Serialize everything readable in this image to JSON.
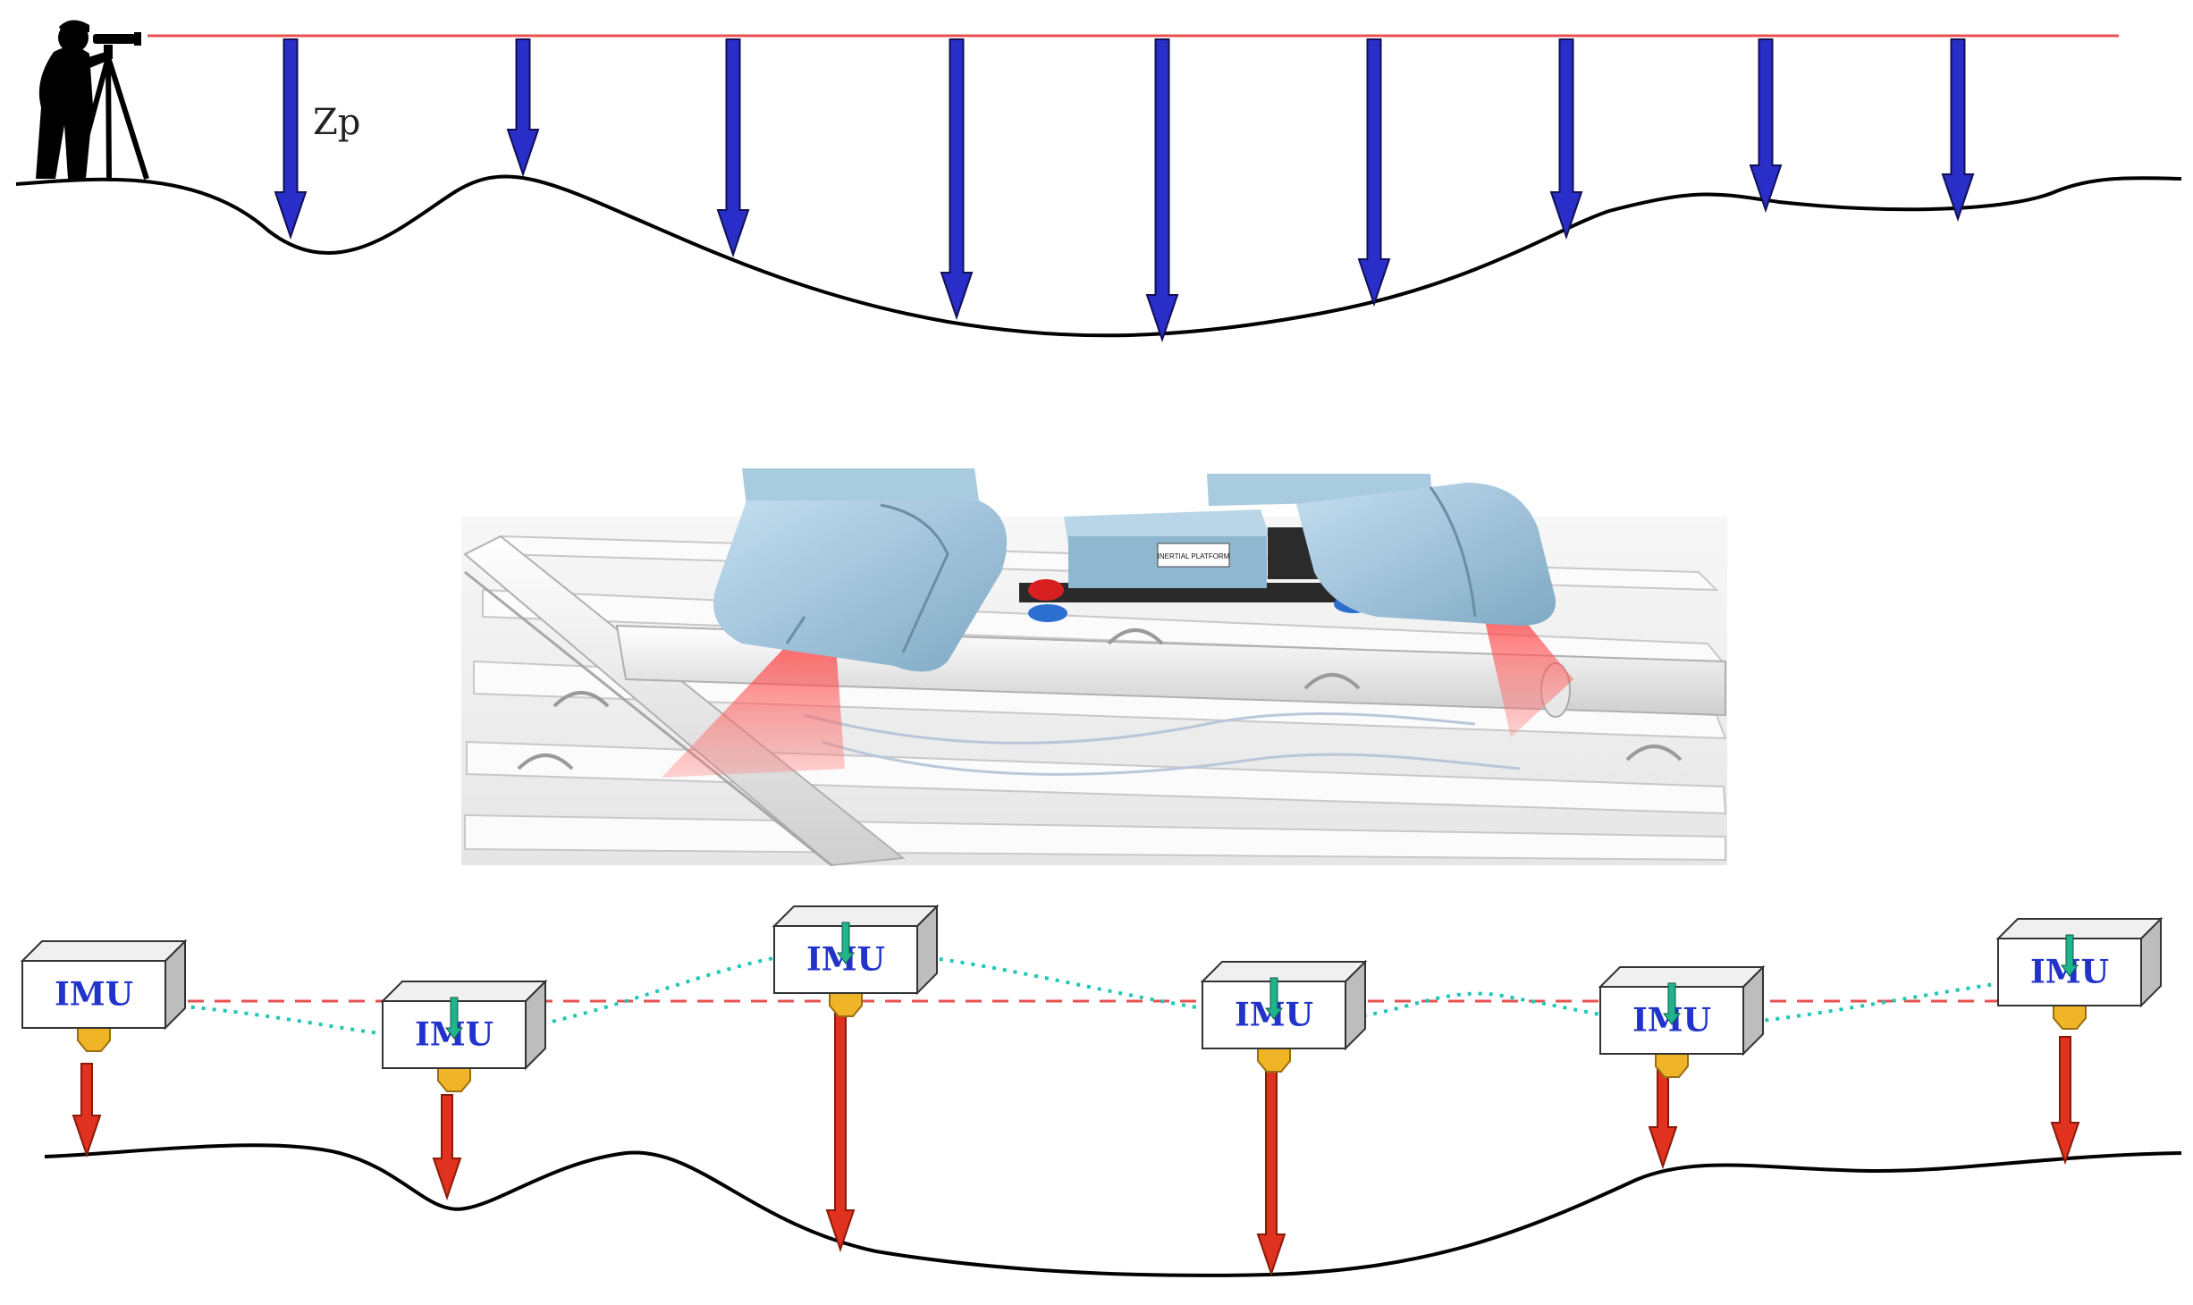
{
  "top_panel": {
    "label": "Zp",
    "colors": {
      "reference_line": "#e85050",
      "arrow": "#2a2ec8",
      "arrow_outline": "#101055",
      "ground": "#000000"
    },
    "icons": [
      "surveyor-with-level-icon"
    ]
  },
  "middle_panel": {
    "device_plate_text": "INERTIAL PLATFORM",
    "colors": {
      "sensor_body": "#9cc3da",
      "laser": "#ff5a5a",
      "rail": "#f2f2f2"
    },
    "icons": [
      "laser-sensor-icon",
      "rail-track-icon"
    ]
  },
  "bottom_panel": {
    "imu_label": "IMU",
    "colors": {
      "reference_line": "#e85050",
      "trajectory": "#1ec8b4",
      "arrow": "#e0321e",
      "mount": "#f0b428",
      "up_arrow": "#20b48c"
    },
    "imu_units": [
      {
        "label": "IMU"
      },
      {
        "label": "IMU"
      },
      {
        "label": "IMU"
      },
      {
        "label": "IMU"
      },
      {
        "label": "IMU"
      },
      {
        "label": "IMU"
      }
    ]
  }
}
